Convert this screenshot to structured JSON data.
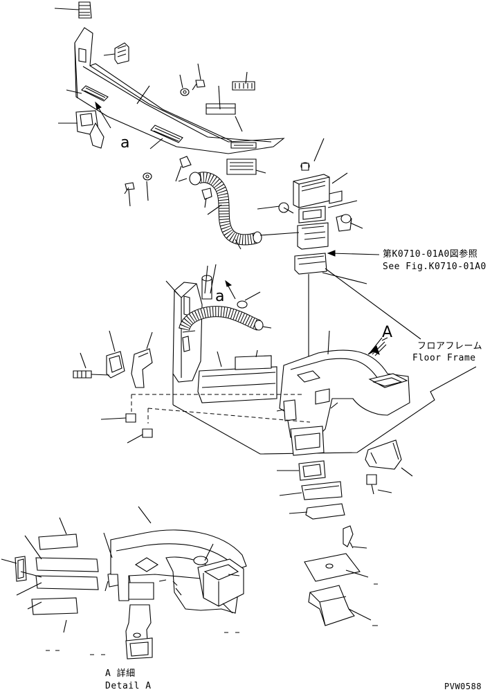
{
  "labels": {
    "ref_jp": "第K0710-01A0図参照",
    "ref_en": "See Fig.K0710-01A0",
    "floor_jp": "フロアフレーム",
    "floor_en": "Floor Frame",
    "view_a": "A",
    "mark_a_1": "a",
    "mark_a_2": "a",
    "detail_jp": "A 詳細",
    "detail_en": "Detail A",
    "drawing_no": "PVW0588"
  }
}
